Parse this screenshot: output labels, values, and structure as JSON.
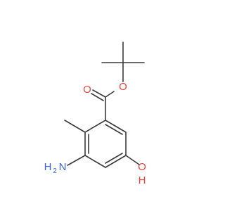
{
  "molecule": {
    "atoms": {
      "carbonyl_o": {
        "symbol": "O",
        "color": "#e8453b"
      },
      "ester_o": {
        "symbol": "O",
        "color": "#e8453b"
      },
      "amino_n": {
        "symbol": "N",
        "hydrogen": "H",
        "count": "2",
        "color": "#3b63e8"
      },
      "hydroxyl_o": {
        "symbol": "O",
        "hydrogen": "H",
        "color": "#e8453b"
      }
    },
    "colors": {
      "bond": "#3a3a3a",
      "background": "#ffffff"
    }
  }
}
